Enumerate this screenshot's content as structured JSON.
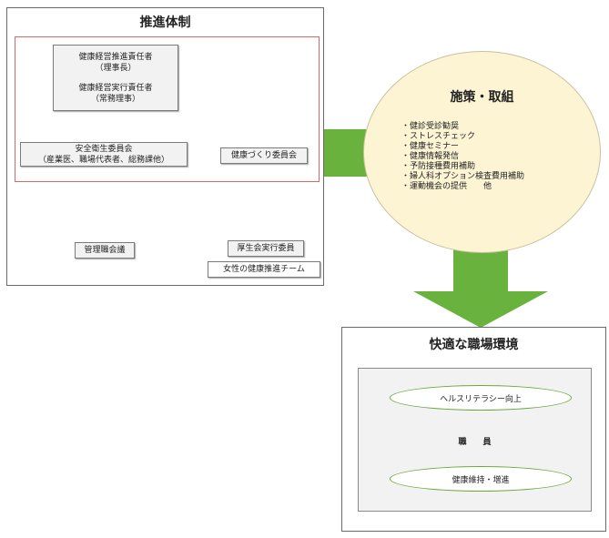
{
  "colors": {
    "arrow": "#6ab23e",
    "redline": "#e06666",
    "circle": "#fdf4d4",
    "ovalBorder": "#6aa839"
  },
  "structure": {
    "title": "推進体制",
    "manager_line1": "健康経営推進責任者",
    "manager_line2": "（理事長）",
    "executive_line1": "健康経営実行責任者",
    "executive_line2": "（常務理事）",
    "safety_line1": "安全衛生委員会",
    "safety_line2": "（産業医、職場代表者、総務課他）",
    "health_committee": "健康づくり委員会",
    "management_meeting": "管理職会議",
    "welfare_committee": "厚生会実行委員",
    "women_team": "女性の健康推進チーム"
  },
  "measures": {
    "title": "施策・取組",
    "items": [
      "健診受診勧奨",
      "ストレスチェック",
      "健康セミナー",
      "健康情報発信",
      "予防接種費用補助",
      "婦人科オプション検査費用補助",
      "運動機会の提供　　他"
    ]
  },
  "environment": {
    "title": "快適な職場環境",
    "literacy": "ヘルスリテラシー向上",
    "staff": "職　　員",
    "health": "健康維持・増進"
  }
}
